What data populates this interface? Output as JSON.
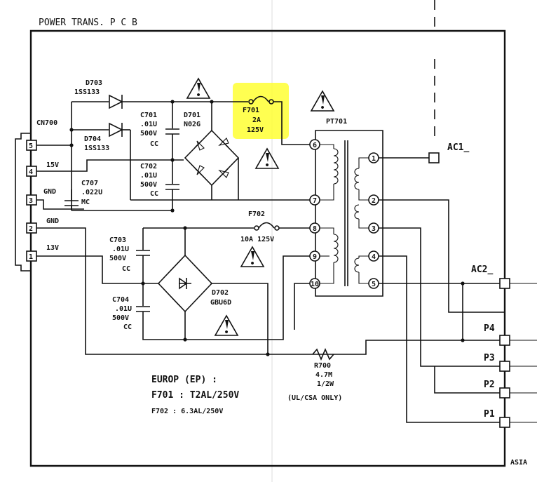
{
  "title": "POWER TRANS. P C B",
  "region_label": "ASIA",
  "connector": {
    "name": "CN700",
    "pins": [
      {
        "num": "5",
        "net": ""
      },
      {
        "num": "4",
        "net": "15V"
      },
      {
        "num": "3",
        "net": "GND"
      },
      {
        "num": "2",
        "net": "GND"
      },
      {
        "num": "1",
        "net": "13V"
      }
    ]
  },
  "components": {
    "d703": {
      "ref": "D703",
      "part": "1SS133"
    },
    "d704": {
      "ref": "D704",
      "part": "1SS133"
    },
    "c701": {
      "ref": "C701",
      "value": ".01U",
      "voltage": "500V",
      "type": "CC"
    },
    "d701": {
      "ref": "D701",
      "part": "N02G"
    },
    "c702": {
      "ref": "C702",
      "value": ".01U",
      "voltage": "500V",
      "type": "CC"
    },
    "c707": {
      "ref": "C707",
      "value": ".022U",
      "type": "MC"
    },
    "f701": {
      "ref": "F701",
      "rating": "2A",
      "voltage": "125V"
    },
    "f702": {
      "ref": "F702",
      "rating": "10A 125V"
    },
    "pt701": {
      "ref": "PT701",
      "primary_pins": [
        "6",
        "7",
        "8",
        "9",
        "10"
      ],
      "secondary_pins": [
        "1",
        "2",
        "3",
        "4",
        "5"
      ]
    },
    "c703": {
      "ref": "C703",
      "value": ".01U",
      "voltage": "500V",
      "type": "CC"
    },
    "c704": {
      "ref": "C704",
      "value": ".01U",
      "voltage": "500V",
      "type": "CC"
    },
    "d702": {
      "ref": "D702",
      "part": "GBU6D"
    },
    "r700": {
      "ref": "R700",
      "value": "4.7M",
      "power": "1/2W",
      "note": "(UL/CSA ONLY)"
    }
  },
  "outputs": [
    "AC1_",
    "AC2_",
    "P4",
    "P3",
    "P2",
    "P1"
  ],
  "notes": {
    "heading": "EUROP (EP) :",
    "f701": "F701 : T2AL/250V",
    "f702": "F702 : 6.3AL/250V"
  },
  "highlight_color": "#ffff33"
}
